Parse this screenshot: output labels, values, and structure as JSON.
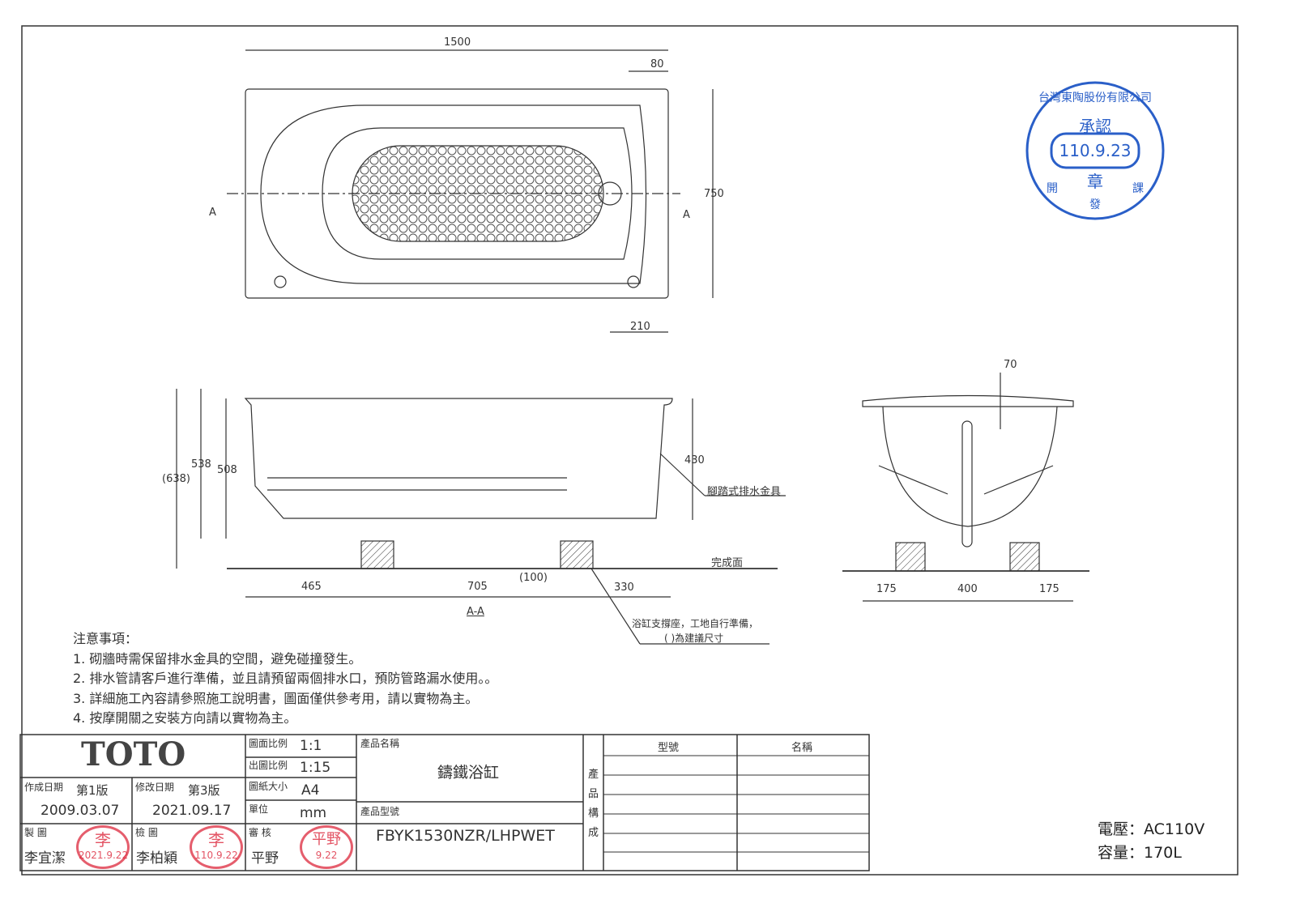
{
  "dimensions": {
    "top_length": "1500",
    "top_offset": "80",
    "top_width": "750",
    "top_drain": "210",
    "section_mark": "A",
    "side_h1": "538",
    "side_h2": "508",
    "side_h3": "(638)",
    "side_h4": "430",
    "side_b1": "465",
    "side_b2": "705",
    "side_b3": "330",
    "side_gap": "(100)",
    "section_label": "A-A",
    "end_top": "70",
    "end_b1": "175",
    "end_b2": "400",
    "end_b3": "175"
  },
  "callouts": {
    "drain_fitting": "腳踏式排水金具",
    "finish_floor": "完成面",
    "support_line1": "浴缸支撐座，工地自行準備，",
    "support_line2": "(    )為建議尺寸"
  },
  "notes": {
    "title": "注意事項：",
    "items": [
      "1. 砌牆時需保留排水金具的空間，避免碰撞發生。",
      "2. 排水管請客戶進行準備，並且請預留兩個排水口，預防管路漏水使用。。",
      "3. 詳細施工內容請參照施工說明書，圖面僅供參考用，請以實物為主。",
      "4. 按摩開關之安裝方向請以實物為主。"
    ]
  },
  "title_block": {
    "logo": "TOTO",
    "created_label": "作成日期",
    "created_version": "第1版",
    "created_date": "2009.03.07",
    "modified_label": "修改日期",
    "modified_version": "第3版",
    "modified_date": "2021.09.17",
    "drawn_label": "製 圖",
    "drawn_by": "李宜潔",
    "checked_label": "檢 圖",
    "checked_by": "李柏穎",
    "approved_label": "審 核",
    "approved_by": "平野",
    "scale_label": "圖面比例",
    "scale": "1:1",
    "print_scale_label": "出圖比例",
    "print_scale": "1:15",
    "paper_label": "圖紙大小",
    "paper": "A4",
    "unit_label": "單位",
    "unit": "mm",
    "product_name_label": "產品名稱",
    "product_name": "鑄鐵浴缸",
    "product_model_label": "產品型號",
    "product_model": "FBYK1530NZR/LHPWET",
    "composition_label": "產品構成",
    "col_model": "型號",
    "col_name": "名稱"
  },
  "specs": {
    "voltage": "電壓：AC110V",
    "capacity": "容量：170L"
  },
  "stamps": {
    "approval": {
      "company": "台灣東陶股份有限公司",
      "title": "承認",
      "date": "110.9.23",
      "seal": "章",
      "dept1": "開",
      "dept2": "發",
      "dept3": "課"
    },
    "drawn": {
      "name": "李",
      "date": "2021.9.22"
    },
    "checked": {
      "name": "李",
      "date": "110.9.22"
    },
    "approved": {
      "name": "平野",
      "date": "9.22"
    }
  },
  "colors": {
    "stamp_blue": "#2a5fc8",
    "stamp_red": "#dc283c"
  }
}
